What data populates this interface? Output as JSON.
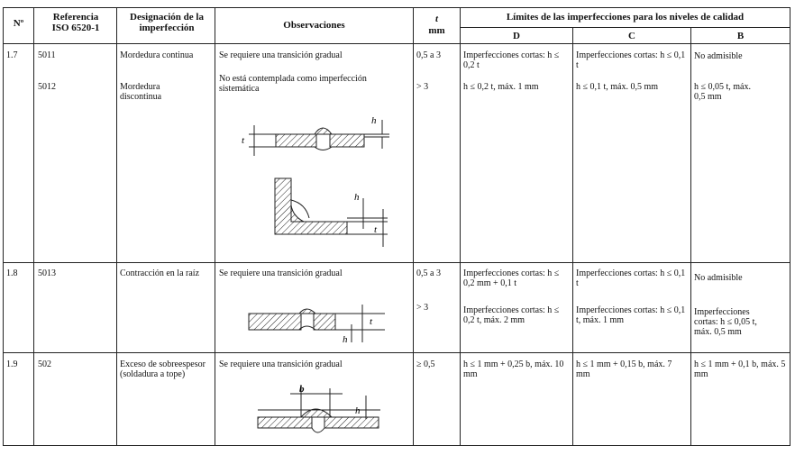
{
  "header": {
    "no": "Nº",
    "ref": "Referencia ISO 6520-1",
    "designation": "Designación de la imperfección",
    "observations": "Observaciones",
    "t": "t",
    "mm": "mm",
    "limits": "Límites de las imperfecciones para los niveles de calidad",
    "level_d": "D",
    "level_c": "C",
    "level_b": "B"
  },
  "rows": [
    {
      "no": "1.7",
      "ref1": "5011",
      "ref2": "5012",
      "des1": "Mordedura continua",
      "des2": "Mordedura discontinua",
      "obs1": "Se requiere una transición gradual",
      "obs2": "No está contemplada como imperfección sistemática",
      "t1": "0,5 a 3",
      "t2": "> 3",
      "d1": "Imperfecciones cortas: h ≤ 0,2 t",
      "d2": "h ≤ 0,2 t, máx. 1 mm",
      "c1": "Imperfecciones cortas: h ≤ 0,1 t",
      "c2": "h ≤ 0,1 t, máx. 0,5 mm",
      "b1": "No admisible",
      "b2": "h ≤ 0,05 t, máx. 0,5 mm"
    },
    {
      "no": "1.8",
      "ref1": "5013",
      "des1": "Contracción en la raíz",
      "obs1": "Se requiere una transición gradual",
      "t1": "0,5 a 3",
      "t2": "> 3",
      "d1": "Imperfecciones cortas: h ≤ 0,2 mm + 0,1 t",
      "d2": "Imperfecciones cortas: h ≤ 0,2 t, máx. 2 mm",
      "c1": "Imperfecciones cortas: h ≤ 0,1 t",
      "c2": "Imperfecciones cortas: h ≤ 0,1 t, máx. 1 mm",
      "b1": "No admisible",
      "b2": "Imperfecciones cortas: h ≤ 0,05 t, máx. 0,5 mm"
    },
    {
      "no": "1.9",
      "ref1": "502",
      "des1": "Exceso de sobreespesor (soldadura a tope)",
      "obs1": "Se requiere una transición gradual",
      "t1": "≥ 0,5",
      "d1": "h ≤ 1 mm + 0,25 b, máx. 10 mm",
      "c1": "h ≤ 1 mm + 0,15 b, máx. 7 mm",
      "b1": "h ≤ 1 mm + 0,1 b, máx. 5 mm"
    }
  ],
  "figure_labels": {
    "h": "h",
    "t": "t",
    "b": "b"
  }
}
